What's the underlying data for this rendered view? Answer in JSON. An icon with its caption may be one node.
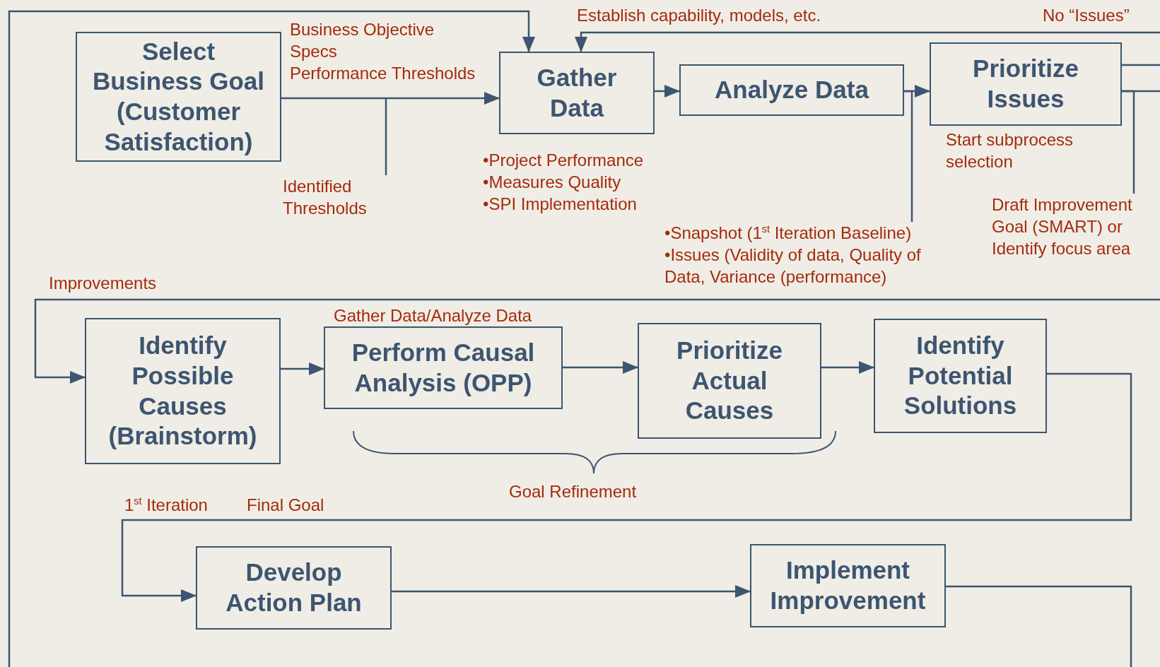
{
  "diagram": {
    "nodes": [
      {
        "text": [
          "Select Business Goal (Customer Satisfaction)"
        ],
        "beside": [
          "Business Objective",
          "Specs",
          "Performance Thresholds"
        ]
      },
      {
        "text": [
          "Gather Data"
        ],
        "beside": [
          "•Project Performance",
          "•Measures Quality",
          "•SPI Implementation"
        ]
      },
      {
        "text": [
          "Analyze Data"
        ]
      },
      {
        "text": [
          "Prioritize Issues"
        ],
        "beside": [
          "Start subprocess selection"
        ]
      },
      {
        "text": [
          "Identify Possible Causes (Brainstorm)"
        ]
      },
      {
        "text": [
          "Perform Causal Analysis (OPP)"
        ],
        "beside": [
          "Gather Data/Analyze Data"
        ]
      },
      {
        "text": [
          "Prioritize Actual Causes"
        ]
      },
      {
        "text": [
          "Identify Potential Solutions"
        ]
      },
      {
        "text": [
          "Develop Action Plan"
        ]
      },
      {
        "text": [
          "Implement Improvement"
        ]
      },
      {
        "text": [
          "Identified Thresholds"
        ]
      },
      {
        "text": [
          "•Snapshot (1$^{st}$ Iteration Baseline)",
          "•Issues (Validity of data, Quality of Data, Variance (performance)"
        ]
      },
      {
        "text": [
          "Draft Improvement Goal (SMART) or Identify focus area"
        ]
      }
    ],
    "edges": [
      {
        "from": null,
        "to": 1,
        "arrow": "to"
      },
      {
        "from": null,
        "to": 1,
        "arrow": "to"
      },
      {
        "from": 0,
        "to": 1,
        "arrow": "to"
      },
      {
        "from": 1,
        "to": 2,
        "arrow": "to"
      },
      {
        "from": 2,
        "to": 3,
        "arrow": "to"
      },
      {
        "from": 3,
        "to": null,
        "arrow": "none"
      },
      {
        "from": 3,
        "to": null,
        "arrow": "none"
      },
      {
        "from": null,
        "to": 4,
        "arrow": "to"
      },
      {
        "from": 4,
        "to": 5,
        "arrow": "to"
      },
      {
        "from": 5,
        "to": 6,
        "arrow": "to"
      },
      {
        "from": 6,
        "to": 7,
        "arrow": "to"
      },
      {
        "from": 7,
        "to": 8,
        "arrow": "to"
      },
      {
        "from": 8,
        "to": 9,
        "arrow": "to"
      },
      {
        "from": 9,
        "to": null,
        "arrow": "none"
      },
      {
        "from": 10,
        "to": null,
        "arrow": "none"
      },
      {
        "from": 11,
        "to": 2,
        "arrow": "none"
      },
      {
        "from": 12,
        "to": 3,
        "arrow": "none"
      }
    ],
    "labels": [
      "Establish capability, models, etc.",
      "No “Issues”",
      "Improvements",
      "Goal Refinement",
      "1$^{st}$ Iteration",
      "Final Goal"
    ]
  }
}
